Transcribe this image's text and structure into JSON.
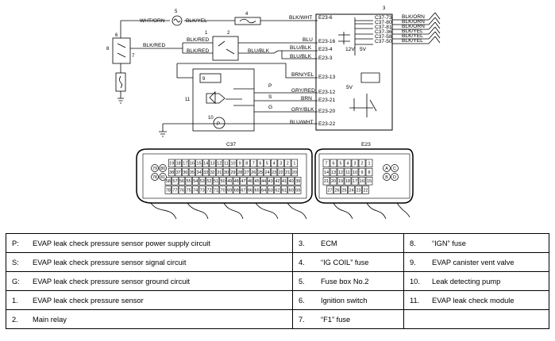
{
  "wires": {
    "wht_orn": "WHT/ORN",
    "blk_yel": "BLK/YEL",
    "blk_wht": "BLK/WHT",
    "blk_red_a": "BLK/RED",
    "blk_red_b": "BLK/RED",
    "blk_red_c": "BLK/RED",
    "blu": "BLU",
    "blu_blk_a": "BLU/BLK",
    "blu_blk_b": "BLU/BLK",
    "blu_blk_c": "BLU/BLK",
    "brn_yel": "BRN/YEL",
    "gry_red": "GRY/RED",
    "brn": "BRN",
    "gry_blk": "GRY/BLK",
    "blu_wht": "BLU/WHT"
  },
  "terminals": {
    "e23_6": "E23-6",
    "e23_16": "E23-16",
    "e23_4": "E23-4",
    "e23_3": "E23-3",
    "e23_13": "E23-13",
    "e23_12": "E23-12",
    "e23_21": "E23-21",
    "e23_20": "E23-20",
    "e23_22": "E23-22",
    "c37_73": "C37-73",
    "c37_80": "C37-80",
    "c37_81": "C37-81",
    "c37_36": "C37-36",
    "c37_58": "C37-58",
    "c37_50": "C37-50"
  },
  "right_wires": [
    "BLK/ORN",
    "BLK/ORN",
    "BLK/ORN",
    "BLK/YEL",
    "BLK/YEL",
    "BLK/YEL"
  ],
  "voltages": {
    "v12": "12V",
    "v5a": "5V",
    "v5b": "5V"
  },
  "signal_letters": {
    "p": "P",
    "s": "S",
    "g": "G"
  },
  "callouts": [
    "1",
    "2",
    "3",
    "4",
    "5",
    "6",
    "7",
    "8",
    "9",
    "10",
    "11"
  ],
  "pump_letter": "P",
  "connectors": {
    "c37": {
      "title": "C37",
      "rows": [
        [
          "19",
          "18",
          "17",
          "16",
          "15",
          "14",
          "13",
          "12",
          "11",
          "10",
          "9",
          "8",
          "7",
          "6",
          "5",
          "4",
          "3",
          "2",
          "1"
        ],
        [
          "38",
          "37",
          "36",
          "35",
          "34",
          "33",
          "32",
          "31",
          "30",
          "29",
          "28",
          "27",
          "26",
          "25",
          "24",
          "23",
          "22",
          "21",
          "20"
        ],
        [
          "58",
          "57",
          "56",
          "55",
          "54",
          "53",
          "52",
          "51",
          "50",
          "49",
          "48",
          "47",
          "46",
          "45",
          "44",
          "43",
          "42",
          "41",
          "40",
          "39"
        ],
        [
          "78",
          "77",
          "76",
          "75",
          "74",
          "73",
          "72",
          "71",
          "70",
          "69",
          "68",
          "67",
          "66",
          "65",
          "64",
          "63",
          "62",
          "61",
          "60",
          "59"
        ]
      ],
      "round": [
        "79",
        "80",
        "78",
        "81"
      ]
    },
    "e23": {
      "title": "E23",
      "rows": [
        [
          "7",
          "6",
          "5",
          "4",
          "3",
          "2",
          "1"
        ],
        [
          "14",
          "13",
          "12",
          "11",
          "10",
          "9",
          "8"
        ],
        [
          "21",
          "20",
          "19",
          "18",
          "17",
          "16",
          "15"
        ],
        [
          "27",
          "26",
          "25",
          "24",
          "23",
          "22"
        ]
      ],
      "round": [
        "A",
        "C",
        "B",
        "D"
      ]
    }
  },
  "legend": [
    [
      "P:",
      "EVAP leak check pressure sensor power supply circuit",
      "3.",
      "ECM",
      "8.",
      "“IGN” fuse"
    ],
    [
      "S:",
      "EVAP leak check pressure sensor signal circuit",
      "4.",
      "“IG COIL” fuse",
      "9.",
      "EVAP canister vent valve"
    ],
    [
      "G:",
      "EVAP leak check pressure sensor ground circuit",
      "5.",
      "Fuse box No.2",
      "10.",
      "Leak detecting pump"
    ],
    [
      "1.",
      "EVAP leak check pressure sensor",
      "6.",
      "Ignition switch",
      "11.",
      "EVAP leak check module"
    ],
    [
      "2.",
      "Main relay",
      "7.",
      "“F1” fuse",
      "",
      ""
    ]
  ]
}
